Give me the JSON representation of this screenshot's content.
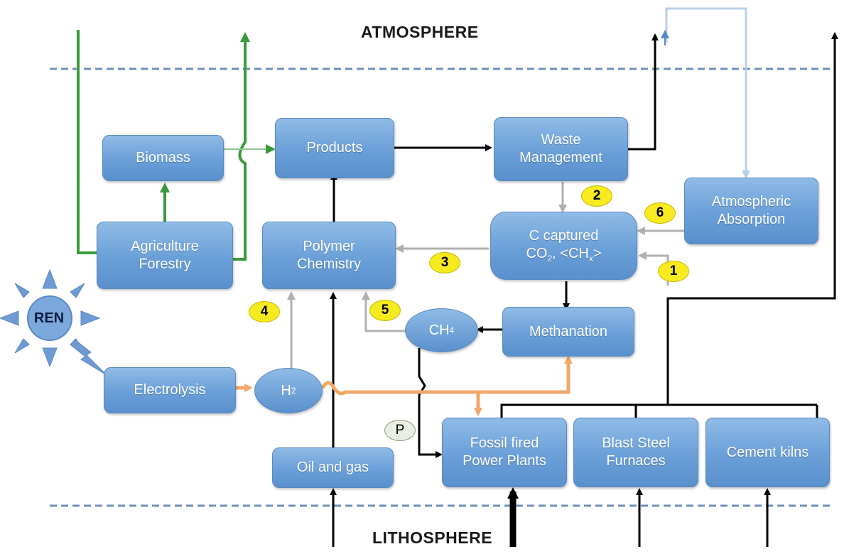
{
  "realms": {
    "top": "ATMOSPHERE",
    "bottom": "LITHOSPHERE"
  },
  "nodes": {
    "biomass": "Biomass",
    "products": "Products",
    "waste_management": [
      "Waste",
      "Management"
    ],
    "agriculture_forestry": [
      "Agriculture",
      "Forestry"
    ],
    "polymer_chemistry": [
      "Polymer",
      "Chemistry"
    ],
    "c_captured": "C captured",
    "atmospheric_absorption": [
      "Atmospheric",
      "Absorption"
    ],
    "methanation": "Methanation",
    "electrolysis": "Electrolysis",
    "ch4": "CH",
    "ch4_sub": "4",
    "h2": "H",
    "h2_sub": "2",
    "oil_and_gas": "Oil and gas",
    "fossil_fired_power_plants": [
      "Fossil fired",
      "Power Plants"
    ],
    "blast_steel_furnaces": [
      "Blast Steel",
      "Furnaces"
    ],
    "cement_kilns": "Cement kilns",
    "renewables": "REN"
  },
  "c_captured_formula": {
    "co": "CO",
    "co_sub": "2",
    "sep": ", <CH",
    "ch_sub": "x",
    "close": ">"
  },
  "badges": [
    "1",
    "2",
    "3",
    "4",
    "5",
    "6"
  ],
  "p_badge": "P",
  "colors": {
    "box": "#6a9fd8",
    "green_flow": "#3a9a3a",
    "orange_flow": "#f0a868",
    "grey_flow": "#b0b0b0",
    "black_flow": "#000000",
    "light_blue_flow": "#b8cfe6",
    "boundary": "#6f8fb8",
    "badge": "#f7ea1e"
  }
}
